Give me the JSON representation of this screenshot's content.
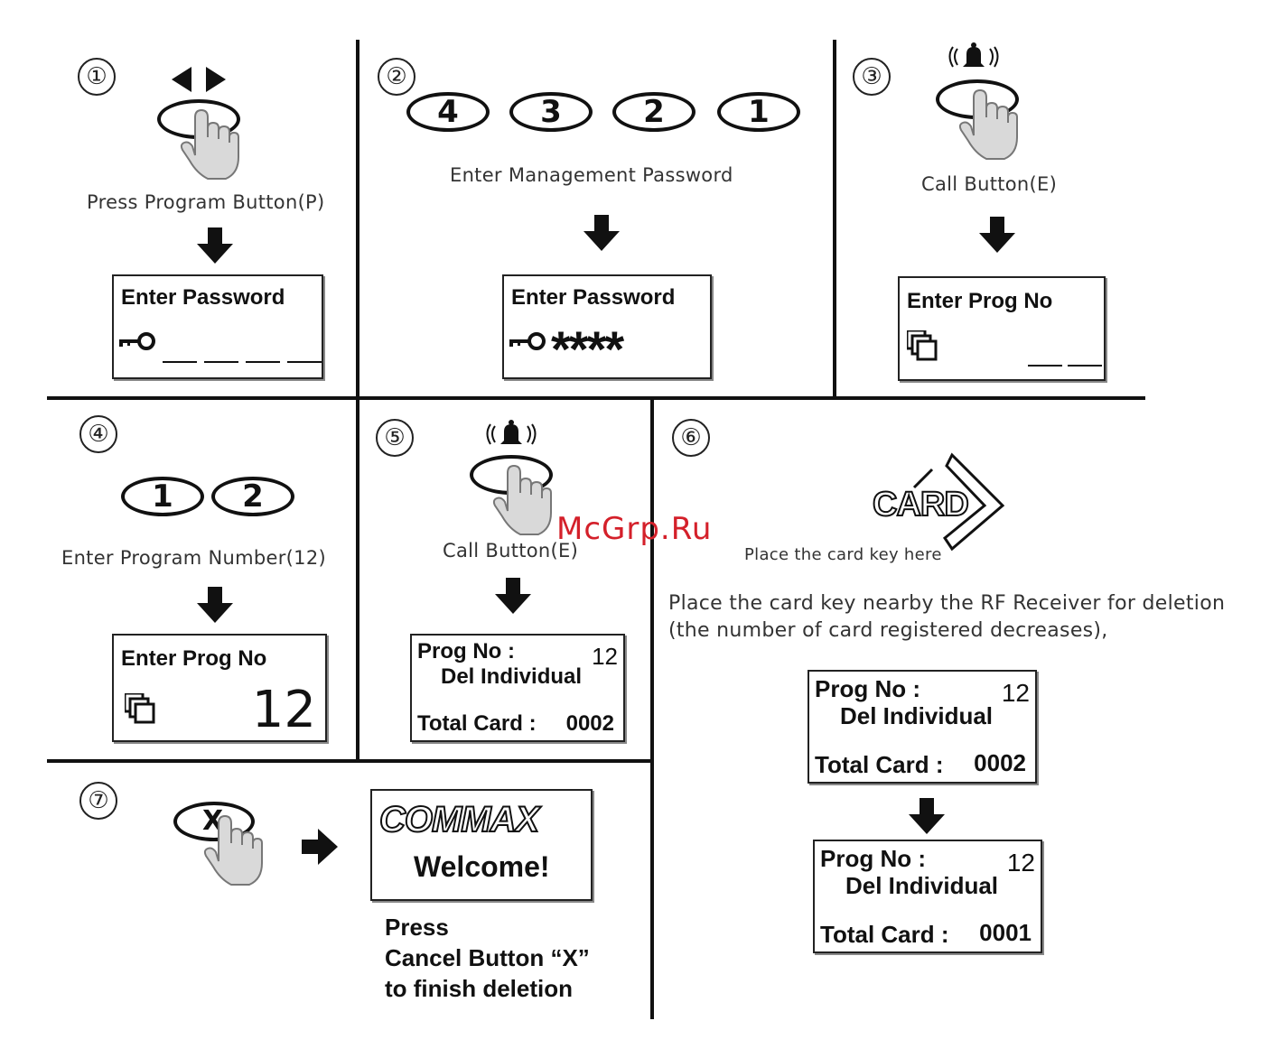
{
  "step1": {
    "num": "①",
    "caption": "Press Program Button(P)",
    "lcd_title": "Enter Password"
  },
  "step2": {
    "num": "②",
    "keys": [
      "4",
      "3",
      "2",
      "1"
    ],
    "caption": "Enter Management Password",
    "lcd_title": "Enter Password",
    "masked": "****"
  },
  "step3": {
    "num": "③",
    "caption": "Call Button(E)",
    "lcd_title": "Enter Prog  No"
  },
  "step4": {
    "num": "④",
    "keys": [
      "1",
      "2"
    ],
    "caption": "Enter Program Number(12)",
    "lcd_title": "Enter Prog  No",
    "lcd_value": "12"
  },
  "step5": {
    "num": "⑤",
    "caption": "Call Button(E)",
    "lcd": {
      "prog": "Prog No :",
      "prog_val": "12",
      "mode": "Del Individual",
      "total_label": "Total Card :",
      "total_val": "0002"
    }
  },
  "step6": {
    "num": "⑥",
    "card_label": "CARD",
    "card_caption": "Place the card key here",
    "desc1": "Place the card key nearby the RF Receiver for deletion",
    "desc2": "(the number of card registered decreases),",
    "lcd_before": {
      "prog": "Prog No :",
      "prog_val": "12",
      "mode": "Del Individual",
      "total_label": "Total Card :",
      "total_val": "0002"
    },
    "lcd_after": {
      "prog": "Prog No :",
      "prog_val": "12",
      "mode": "Del Individual",
      "total_label": "Total Card :",
      "total_val": "0001"
    }
  },
  "step7": {
    "num": "⑦",
    "key": "X",
    "brand": "COMMAX",
    "welcome": "Welcome!",
    "instr1": "Press",
    "instr2": "Cancel Button “X”",
    "instr3": "to finish deletion"
  },
  "watermark": "McGrp.Ru"
}
